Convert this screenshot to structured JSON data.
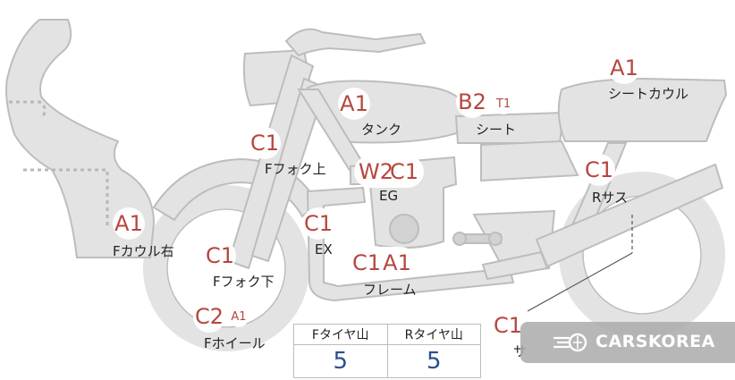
{
  "marks": {
    "seat_cowl": "A1",
    "tank": "A1",
    "seat": "B2",
    "seat_minor": "T1",
    "fork_upper": "C1",
    "engine_1": "W2",
    "engine_2": "C1",
    "rear_suspension": "C1",
    "front_cowl_right": "A1",
    "exhaust": "C1",
    "fork_lower": "C1",
    "frame_1": "C1",
    "frame_2": "A1",
    "front_wheel": "C2",
    "front_wheel_minor": "A1",
    "rear_lower": "C1"
  },
  "labels": {
    "seat_cowl": "シートカウル",
    "tank": "タンク",
    "seat": "シート",
    "fork_upper": "Fフォク上",
    "engine": "EG",
    "rear_suspension": "Rサス",
    "front_cowl_right": "Fカウル右",
    "exhaust": "EX",
    "fork_lower": "Fフォク下",
    "frame": "フレーム",
    "front_wheel": "Fホイール",
    "rear_lower_partial": "サ"
  },
  "tread_table": {
    "front_header": "Fタイヤ山",
    "rear_header": "Rタイヤ山",
    "front_value": "5",
    "rear_value": "5"
  },
  "watermark": {
    "text": "CARSKOREA"
  },
  "colors": {
    "mark_text": "#b5473f",
    "tread_value": "#2b4f8f",
    "part_fill": "#e3e3e3",
    "part_stroke": "#bdbdbd"
  }
}
